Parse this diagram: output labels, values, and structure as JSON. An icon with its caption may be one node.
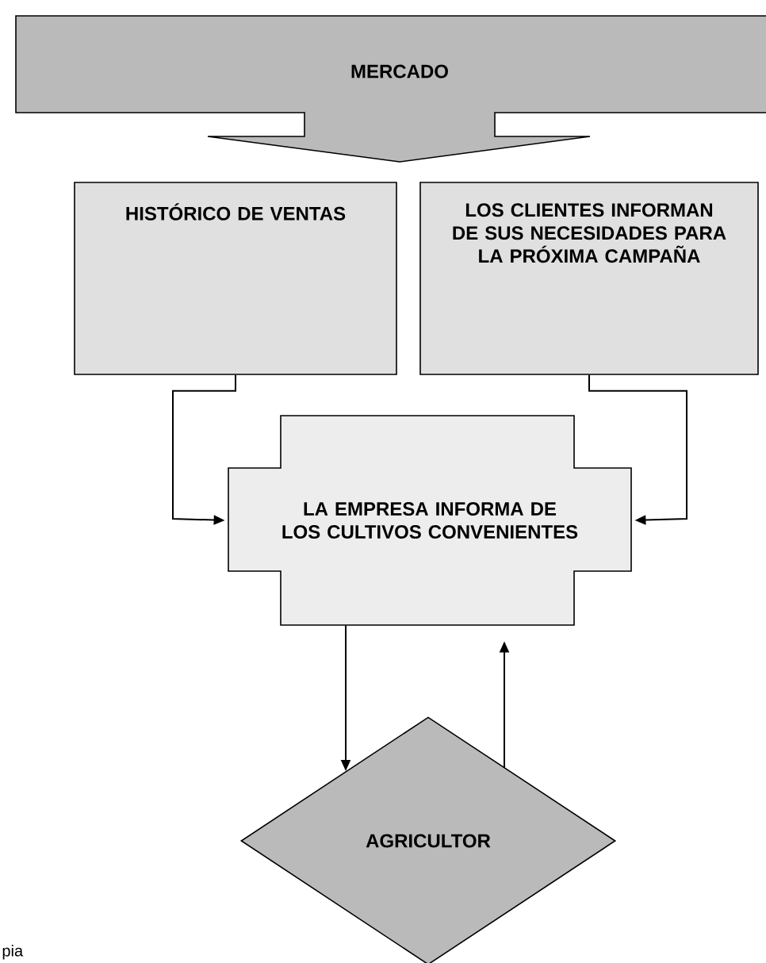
{
  "diagram": {
    "nodes": [
      {
        "text": [
          "MERCADO"
        ]
      },
      {
        "text": [
          "HISTÓRICO DE VENTAS"
        ]
      },
      {
        "text": [
          "LOS CLIENTES INFORMAN DE SUS NECESIDADES PARA LA PRÓXIMA CAMPAÑA"
        ]
      },
      {
        "text": [
          "LA EMPRESA INFORMA DE LOS CULTIVOS CONVENIENTES"
        ]
      },
      {
        "text": [
          "AGRICULTOR"
        ]
      }
    ],
    "edges": [
      {
        "from": 1,
        "to": 3,
        "arrow": "to"
      },
      {
        "from": 2,
        "to": 3,
        "arrow": "to"
      },
      {
        "from": 3,
        "to": 4,
        "arrow": "to"
      },
      {
        "from": 4,
        "to": 3,
        "arrow": "to"
      }
    ],
    "labels": [
      "pia"
    ]
  }
}
